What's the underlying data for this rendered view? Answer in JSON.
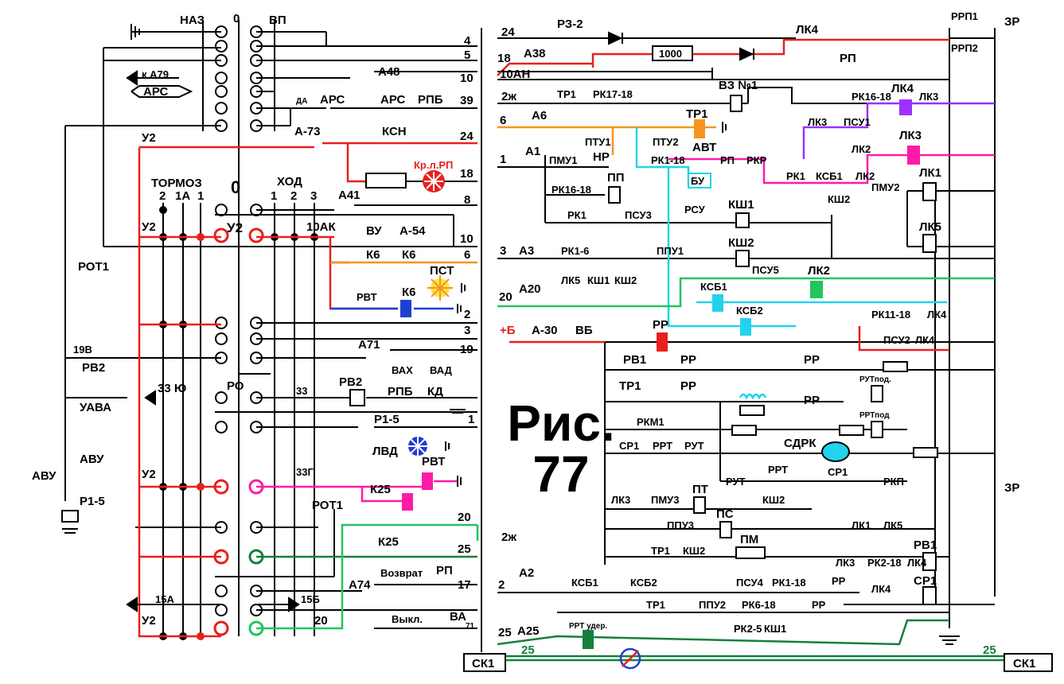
{
  "figure": {
    "title": "Рис.",
    "number": "77"
  },
  "left": {
    "header": {
      "naz": "НАЗ",
      "zero": "0",
      "vp": "ВП",
      "tormoz": "ТОРМОЗ",
      "hod": "ХОД",
      "zero_big": "0",
      "t2": "2",
      "t1a": "1А",
      "t1": "1",
      "h1": "1",
      "h2": "2",
      "h3": "3"
    },
    "wire_numbers": [
      "4",
      "5",
      "10",
      "39",
      "24",
      "18",
      "8",
      "10",
      "6",
      "2",
      "3",
      "19",
      "1",
      "20",
      "25",
      "17",
      "71"
    ],
    "labels": {
      "k_a79": "к А79",
      "ars1": "АРС",
      "ars2": "АРС",
      "a48": "А48",
      "da": "ДА",
      "ars3": "АРС",
      "rpb1": "РПБ",
      "u2a": "У2",
      "a73": "А-73",
      "ksn": "КСН",
      "kr_rp": "Кр.л.РП",
      "a41": "А41",
      "u2b": "У2",
      "u2c": "У2",
      "ak10": "10АК",
      "vu": "ВУ",
      "a54": "А-54",
      "rot1": "РОТ1",
      "k6a": "К6",
      "k6b": "К6",
      "pst": "ПСТ",
      "k6c": "К6",
      "rvt": "РВТ",
      "b19": "19В",
      "rv2": "РВ2",
      "a71": "А71",
      "ro": "РО",
      "yu33": "33 Ю",
      "s33": "33",
      "rv2b": "РВ2",
      "vah": "ВАХ",
      "vad": "ВАД",
      "rpb2": "РПБ",
      "kd": "КД",
      "uava": "УАВА",
      "avu1": "АВУ",
      "avu2": "АВУ",
      "p15a": "Р1-5",
      "p15b": "Р1-5",
      "lvd": "ЛВД",
      "u2d": "У2",
      "g33": "33Г",
      "rvt2": "РВТ",
      "k25": "К25",
      "rot1b": "РОТ1",
      "k25b": "К25",
      "a74": "А74",
      "vozvrat": "Возврат",
      "rp": "РП",
      "vykl": "Выкл.",
      "va": "ВА",
      "a15": "15А",
      "b15": "15Б",
      "u2e": "У2",
      "n20": "20"
    }
  },
  "right": {
    "wire_numbers": {
      "w24": "24",
      "w18": "18",
      "w10ah": "10АН",
      "w2zh": "2ж",
      "w6": "6",
      "w1": "1",
      "w3": "3",
      "w20": "20",
      "wb": "+Б",
      "w2zh2": "2ж",
      "w2": "2",
      "w25": "25",
      "w25b": "25",
      "w25c": "25"
    },
    "labels": {
      "rz2": "РЗ-2",
      "lk4": "ЛК4",
      "a38": "А38",
      "r1000": "1000",
      "rp1": "РП",
      "rrp1": "РРП1",
      "rrp2": "РРП2",
      "zr1": "ЗР",
      "tr1": "ТР1",
      "rk1718": "РК17-18",
      "vz1": "ВЗ №1",
      "a6": "А6",
      "tr1b": "ТР1",
      "rk1618a": "РК16-18",
      "lk4b": "ЛК4",
      "lk3a": "ЛК3",
      "pty1": "ПТУ1",
      "pty2": "ПТУ2",
      "avt": "АВТ",
      "lk3b": "ЛК3",
      "psu1": "ПСУ1",
      "lk2a": "ЛК2",
      "lk3c": "ЛК3",
      "a1": "А1",
      "pmu1": "ПМУ1",
      "nr": "НР",
      "rk118": "РК1-18",
      "rp2": "РП",
      "rkr": "РКР",
      "bu": "БУ",
      "rk1a": "РК1",
      "ksb1a": "КСБ1",
      "lk2b": "ЛК2",
      "pmu2": "ПМУ2",
      "lk1a": "ЛК1",
      "ksh2a": "КШ2",
      "rk1618b": "РК16-18",
      "pp": "ПП",
      "rk1b": "РК1",
      "psu3": "ПСУ3",
      "rsu": "РСУ",
      "ksh1": "КШ1",
      "ksh2b": "КШ2",
      "lk5a": "ЛК5",
      "a3": "А3",
      "rk16": "РК1-6",
      "ppu1": "ППУ1",
      "a20": "А20",
      "lk5b": "ЛК5",
      "ksh1b": "КШ1",
      "ksh2c": "КШ2",
      "psu5": "ПСУ5",
      "lk2c": "ЛК2",
      "ksb1b": "КСБ1",
      "ksb2": "КСБ2",
      "rk1118": "РК11-18",
      "lk4c": "ЛК4",
      "a30": "А-30",
      "vb": "ВБ",
      "rr": "РР",
      "psu2": "ПСУ2",
      "lk4d": "ЛК4",
      "rv1": "РВ1",
      "rr2": "РР",
      "rr3": "РР",
      "tr1c": "ТР1",
      "rr4": "РР",
      "rr5": "РР",
      "rut_pod": "РУТпод.",
      "rkm1": "РКМ1",
      "rrt_pod": "РРТпод",
      "sr1": "СР1",
      "rrt": "РРТ",
      "rut": "РУТ",
      "sdrk": "СДРК",
      "rrt2": "РРТ",
      "sr1b": "СР1",
      "rut2": "РУТ",
      "rkp": "РКП",
      "lk3d": "ЛК3",
      "pmu3": "ПМУ3",
      "pt": "ПТ",
      "ksh2d": "КШ2",
      "ppu3": "ППУ3",
      "ps": "ПС",
      "lk1b": "ЛК1",
      "lk5c": "ЛК5",
      "tr1d": "ТР1",
      "ksh2e": "КШ2",
      "pm": "ПМ",
      "rv1b": "РВ1",
      "zr2": "ЗР",
      "lk3e": "ЛК3",
      "rk218": "РК2-18",
      "lk4e": "ЛК4",
      "sr1c": "СР1",
      "a2": "А2",
      "ksb1c": "КСБ1",
      "ksb2b": "КСБ2",
      "psu4": "ПСУ4",
      "rk118b": "РК1-18",
      "rr6": "РР",
      "lk4f": "ЛК4",
      "tr1e": "ТР1",
      "ppu2": "ППУ2",
      "rk618": "РК6-18",
      "rr7": "РР",
      "rk25": "РК2-5",
      "ksh1c": "КШ1",
      "a25": "А25",
      "rrt_uder": "РРТ удер.",
      "sk1a": "СК1",
      "sk1b": "СК1"
    }
  },
  "colors": {
    "red": "#e8201c",
    "orange": "#f7941d",
    "cyan": "#22d3ee",
    "green": "#22c55e",
    "darkgreen": "#14803c",
    "magenta": "#ff1aa8",
    "purple": "#9b30ff",
    "blue": "#1f3fd1",
    "yellow": "#ffe14d"
  }
}
